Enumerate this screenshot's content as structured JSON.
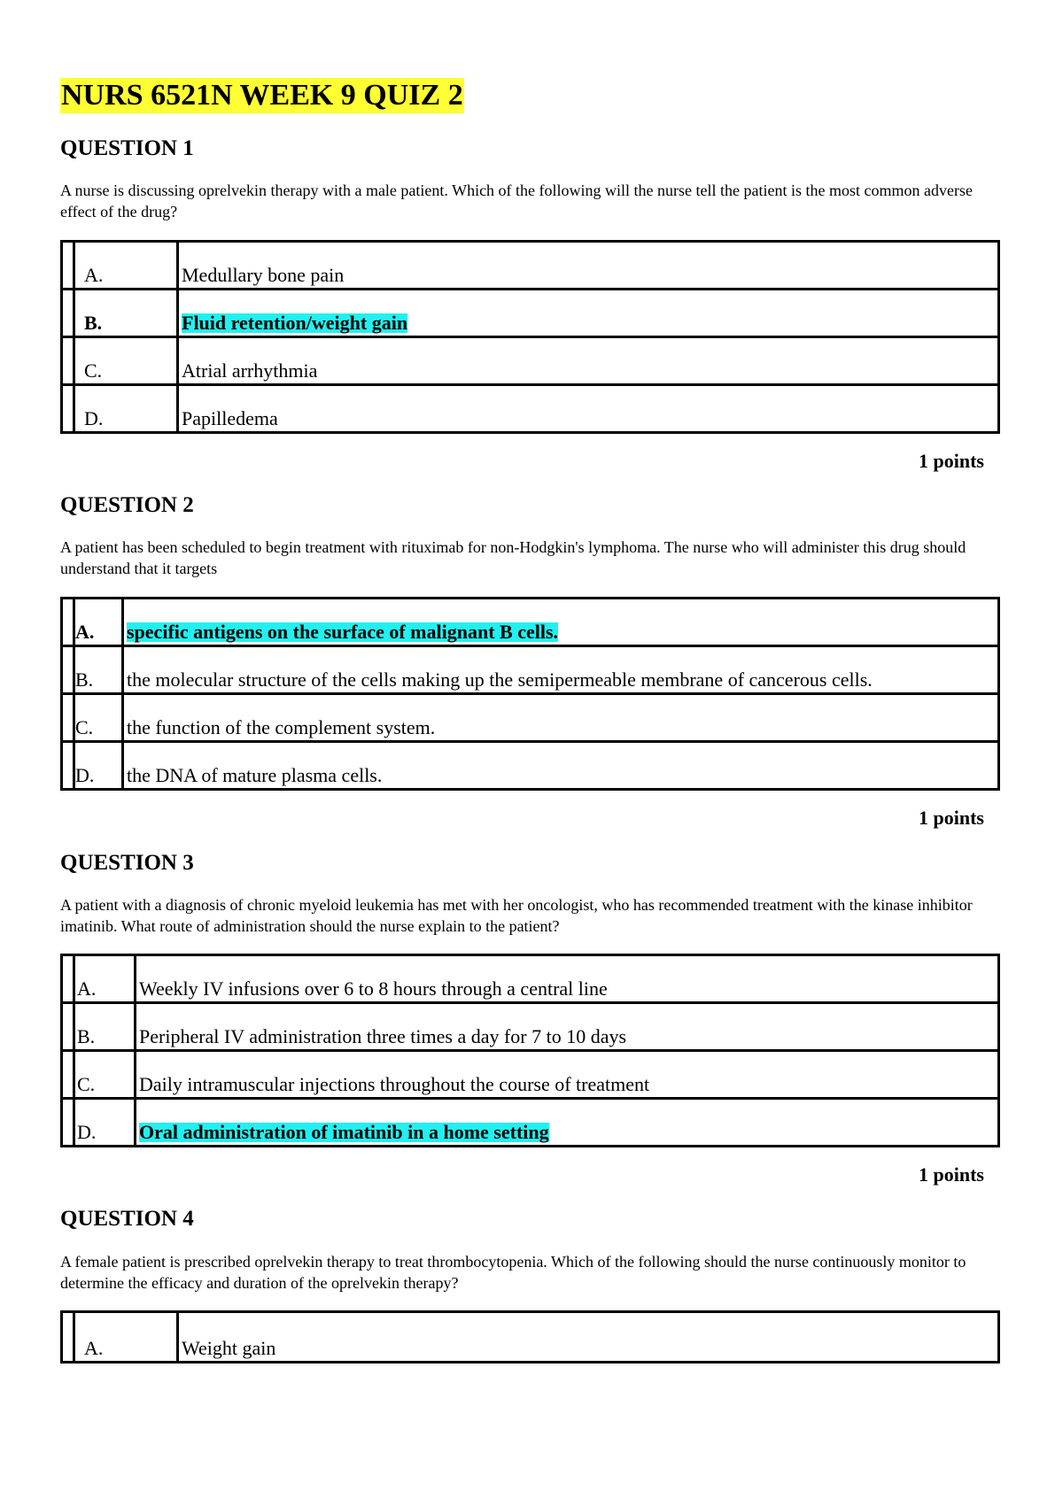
{
  "document": {
    "title": "NURS 6521N WEEK 9 QUIZ 2",
    "highlight_colors": {
      "title": "#ffff33",
      "correct_answer": "#22f0f0"
    }
  },
  "questions": [
    {
      "heading": "QUESTION 1",
      "text": "A nurse is discussing oprelvekin therapy with a male patient. Which of the following will the nurse tell the patient is the most common adverse effect of the drug?",
      "options": [
        {
          "letter": "A.",
          "text": "Medullary bone pain",
          "correct": false
        },
        {
          "letter": "B.",
          "text": "Fluid retention/weight gain",
          "correct": true
        },
        {
          "letter": "C.",
          "text": "Atrial arrhythmia",
          "correct": false
        },
        {
          "letter": "D.",
          "text": "Papilledema",
          "correct": false
        }
      ],
      "points": "1 points"
    },
    {
      "heading": "QUESTION 2",
      "text": "A patient has been scheduled to begin treatment with rituximab for non-Hodgkin's lymphoma. The nurse who will administer this drug should understand that it targets",
      "options": [
        {
          "letter": "A.",
          "text": "specific antigens on the surface of malignant B cells.",
          "correct": true
        },
        {
          "letter": "B.",
          "text": "the molecular structure of the cells making up the semipermeable membrane of cancerous cells.",
          "correct": false
        },
        {
          "letter": "C.",
          "text": "the function of the complement system.",
          "correct": false
        },
        {
          "letter": "D.",
          "text": "the DNA of mature plasma cells.",
          "correct": false
        }
      ],
      "points": "1 points"
    },
    {
      "heading": "QUESTION 3",
      "text": "A patient with a diagnosis of chronic myeloid leukemia has met with her oncologist, who has recommended treatment with the kinase inhibitor imatinib. What route of administration should the nurse explain to the patient?",
      "options": [
        {
          "letter": "A.",
          "text": "Weekly IV infusions over 6 to 8 hours through a central line",
          "correct": false
        },
        {
          "letter": "B.",
          "text": "Peripheral IV administration three times a day for 7 to 10 days",
          "correct": false
        },
        {
          "letter": "C.",
          "text": "Daily intramuscular injections throughout the course of treatment",
          "correct": false
        },
        {
          "letter": "D.",
          "text": "Oral administration of imatinib in a home setting",
          "correct": true
        }
      ],
      "points": "1 points"
    },
    {
      "heading": "QUESTION 4",
      "text": "A female patient is prescribed oprelvekin therapy to treat thrombocytopenia. Which of the following should the nurse continuously monitor to determine the efficacy and duration of the oprelvekin therapy?",
      "options": [
        {
          "letter": "A.",
          "text": "Weight gain",
          "correct": false
        }
      ]
    }
  ]
}
